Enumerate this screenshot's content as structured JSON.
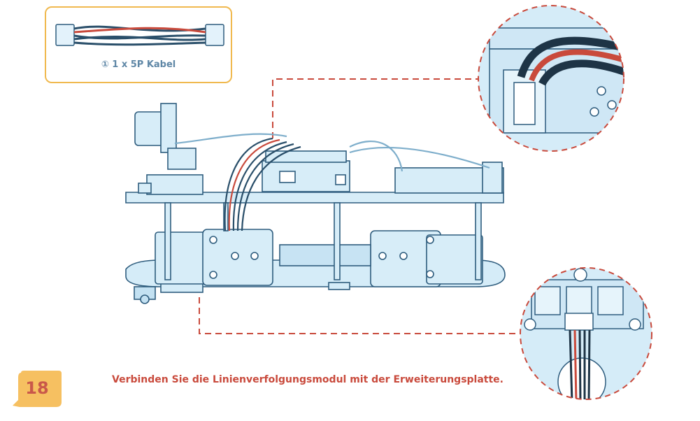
{
  "parts": {
    "cable_label": "① 1 x 5P Kabel"
  },
  "instruction": "Verbinden Sie die Linienverfolgungsmodul mit der Erweiterungsplatte.",
  "page_number": "18"
}
